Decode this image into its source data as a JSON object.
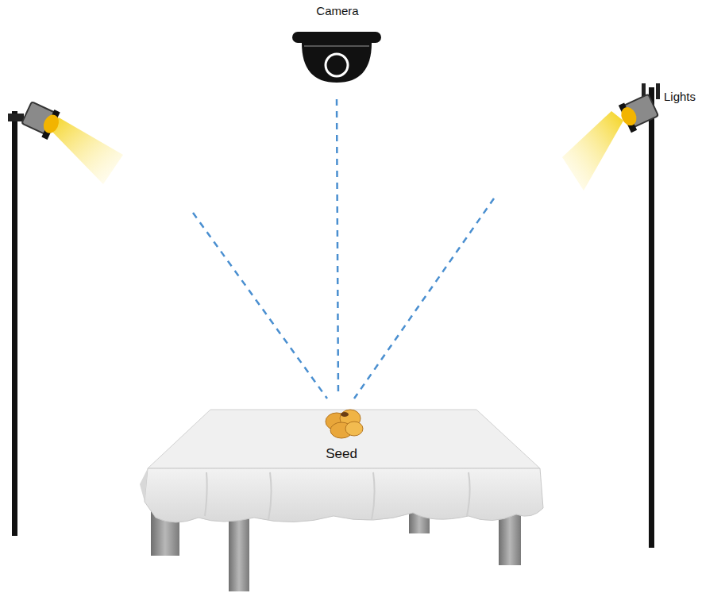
{
  "diagram": {
    "labels": [
      "Camera",
      "Lights",
      "Seed"
    ]
  }
}
